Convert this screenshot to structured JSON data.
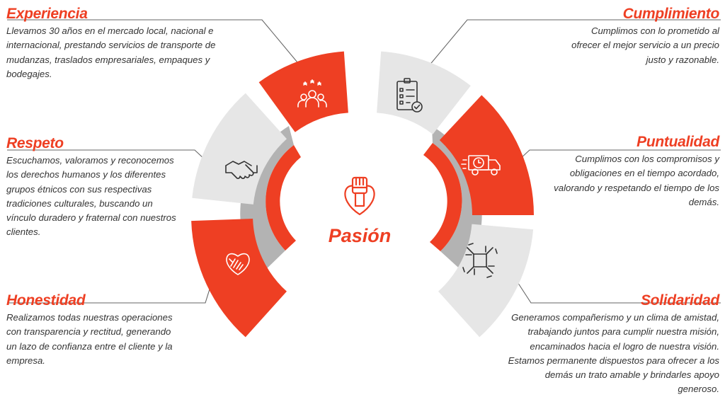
{
  "center": {
    "label": "Pasión",
    "icon": "raised-fist-heart-icon"
  },
  "colors": {
    "accent": "#ee3f23",
    "light": "#e6e6e6",
    "mid": "#b3b3b3",
    "connector": "#666666",
    "text": "#333333"
  },
  "values": [
    {
      "key": "experiencia",
      "title": "Experiencia",
      "icon": "team-stars-icon",
      "description": "Llevamos 30 años en el mercado local, nacional e internacional, prestando servicios de transporte de mudanzas, traslados empresariales, empaques y bodegajes."
    },
    {
      "key": "respeto",
      "title": "Respeto",
      "icon": "handshake-icon",
      "description": "Escuchamos, valoramos y reconocemos los derechos humanos y los diferentes grupos étnicos con sus respectivas tradiciones culturales, buscando un vínculo duradero y fraternal con nuestros clientes."
    },
    {
      "key": "honestidad",
      "title": "Honestidad",
      "icon": "heart-hand-icon",
      "description": "Realizamos todas nuestras operaciones con transparencia y rectitud, generando un lazo de confianza entre el cliente y la empresa."
    },
    {
      "key": "cumplimiento",
      "title": "Cumplimiento",
      "icon": "checklist-clipboard-icon",
      "description": "Cumplimos con lo prometido al ofrecer el mejor servicio a un precio justo y razonable."
    },
    {
      "key": "puntualidad",
      "title": "Puntualidad",
      "icon": "delivery-truck-clock-icon",
      "description": "Cumplimos con los compromisos y obligaciones en el tiempo acordado, valorando y respetando el tiempo de los demás."
    },
    {
      "key": "solidaridad",
      "title": "Solidaridad",
      "icon": "joined-hands-icon",
      "description": "Generamos compañerismo y un clima de amistad, trabajando juntos para cumplir nuestra misión, encaminados hacia el logro de nuestra visión. Estamos permanente dispuestos para ofrecer a los demás un trato amable y brindarles apoyo generoso."
    }
  ]
}
